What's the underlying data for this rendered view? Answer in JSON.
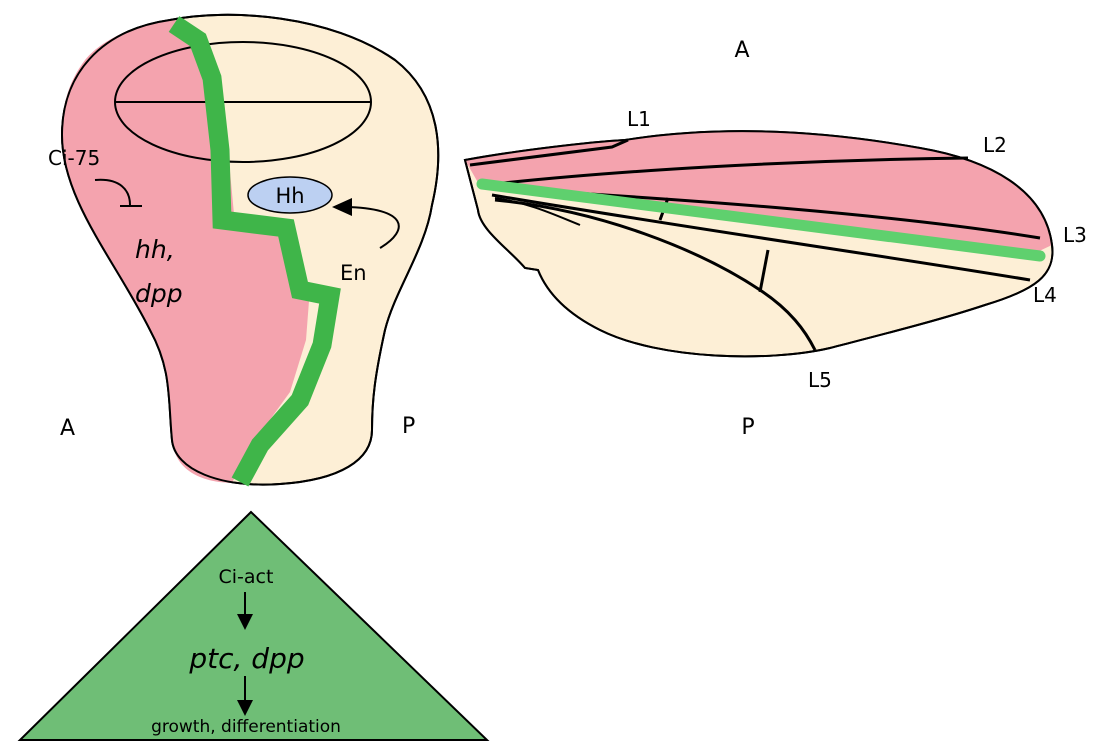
{
  "disc": {
    "label_anterior": "A",
    "label_posterior": "P",
    "repressor": "Ci-75",
    "repressed_genes_line1": "hh,",
    "repressed_genes_line2": "dpp",
    "signal": "Hh",
    "signal_source": "En"
  },
  "wing": {
    "label_anterior": "A",
    "label_posterior": "P",
    "veins": [
      "L1",
      "L2",
      "L3",
      "L4",
      "L5"
    ]
  },
  "pathway": {
    "activator": "Ci-act",
    "targets": "ptc, dpp",
    "outcome": "growth, differentiation"
  },
  "colors": {
    "anterior_pink": "#f4a3ae",
    "posterior_cream": "#fdefd6",
    "boundary_green": "#3fb549",
    "vein_green": "#5fd06e",
    "triangle_green": "#6fbe76",
    "hh_blue": "#bcd0f2"
  }
}
